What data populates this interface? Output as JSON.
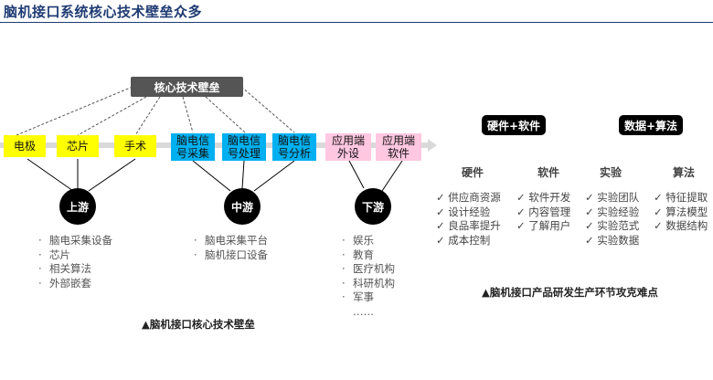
{
  "title": "脑机接口系统核心技术壁垒众多",
  "core_tech_label": "核心技术壁垒",
  "chain_boxes": [
    {
      "label": "电极"
    },
    {
      "label": "芯片"
    },
    {
      "label": "手术"
    },
    {
      "label": "脑电信\n号采集"
    },
    {
      "label": "脑电信\n号处理"
    },
    {
      "label": "脑电信\n号分析"
    },
    {
      "label": "应用端\n外设"
    },
    {
      "label": "应用端\n软件"
    }
  ],
  "stages": {
    "upstream": {
      "label": "上游",
      "items": [
        "脑电采集设备",
        "芯片",
        "相关算法",
        "外部嵌套"
      ]
    },
    "midstream": {
      "label": "中游",
      "items": [
        "脑电采集平台",
        "脑机接口设备"
      ]
    },
    "downstream": {
      "label": "下游",
      "items": [
        "娱乐",
        "教育",
        "医疗机构",
        "科研机构",
        "军事",
        "……"
      ]
    }
  },
  "left_caption": "▲脑机接口核心技术壁垒",
  "right_panel": {
    "groups": [
      "硬件+软件",
      "数据+算法"
    ],
    "columns": [
      {
        "head": "硬件",
        "items": [
          "✓ 供应商资源",
          "✓ 设计经验",
          "✓ 良品率提升",
          "✓ 成本控制"
        ]
      },
      {
        "head": "软件",
        "items": [
          "✓ 软件开发",
          "✓ 内容管理",
          "✓ 了解用户"
        ]
      },
      {
        "head": "实验",
        "items": [
          "✓ 实验团队",
          "✓ 实验经验",
          "✓ 实验范式",
          "✓ 实验数据"
        ]
      },
      {
        "head": "算法",
        "items": [
          "✓ 特征提取",
          "✓ 算法模型",
          "✓ 数据结构"
        ]
      }
    ],
    "caption": "▲脑机接口产品研发生产环节攻克难点"
  }
}
